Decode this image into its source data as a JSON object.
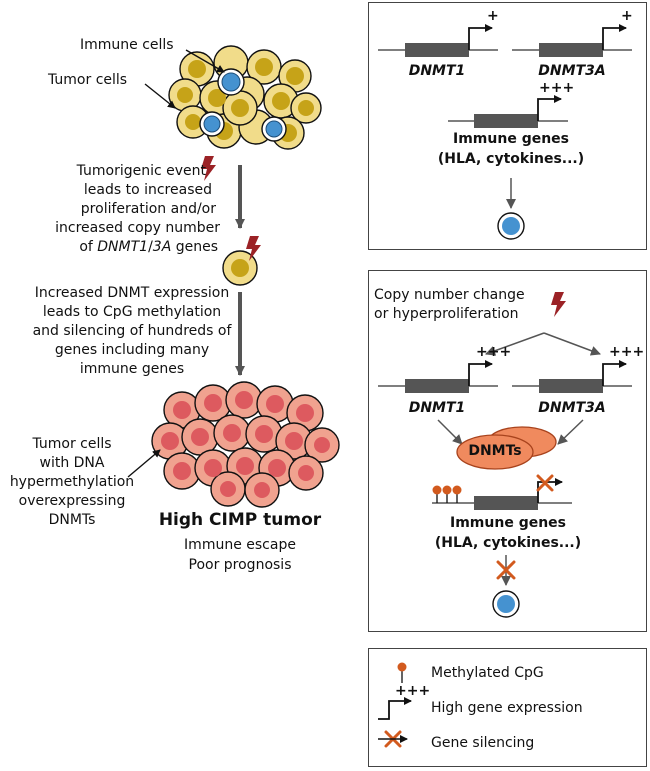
{
  "left": {
    "label_immune_cells": "Immune cells",
    "label_tumor_cells": "Tumor cells",
    "event_text": [
      "Tumorigenic event",
      "leads to increased",
      "proliferation and/or",
      "increased copy number"
    ],
    "event_text_last_prefix": "of ",
    "event_text_last_italic": "DNMT1",
    "event_text_last_sep": "/",
    "event_text_last_italic2": "3A",
    "event_text_last_suffix": " genes",
    "dnmt_text": [
      "Increased DNMT expression",
      "leads to CpG methylation",
      "and silencing of hundreds of",
      "genes including many",
      "immune genes"
    ],
    "hyper_text": [
      "Tumor cells",
      "with DNA",
      "hypermethylation",
      "overexpressing",
      "DNMTs"
    ],
    "title": "High CIMP tumor",
    "subtitle1": "Immune escape",
    "subtitle2": "Poor prognosis"
  },
  "panel_top": {
    "gene1": "DNMT1",
    "gene2": "DNMT3A",
    "plus1": "+",
    "plus2": "+",
    "plus_immune": "+++",
    "immune_line1": "Immune genes",
    "immune_line2": "(HLA, cytokines...)"
  },
  "panel_mid": {
    "copy_line1": "Copy number change",
    "copy_line2": "or hyperproliferation",
    "plus1": "+++",
    "plus2": "+++",
    "gene1": "DNMT1",
    "gene2": "DNMT3A",
    "dnmts": "DNMTs",
    "immune_line1": "Immune genes",
    "immune_line2": "(HLA, cytokines...)"
  },
  "legend": {
    "methylated": "Methylated CpG",
    "high_plus": "+++",
    "high_expr": "High gene expression",
    "silencing": "Gene silencing"
  },
  "colors": {
    "tumor_yellow": "#f1dc8a",
    "tumor_nucleus": "#c6a318",
    "immune_blue": "#4592d0",
    "hyper_cell": "#f0a28f",
    "hyper_nucleus": "#dd5a5f",
    "gene_box": "#555555",
    "dnmt_fill": "#f08a5e",
    "cpg": "#d25a1e",
    "bolt": "#9b2226",
    "arrow": "#555555"
  }
}
